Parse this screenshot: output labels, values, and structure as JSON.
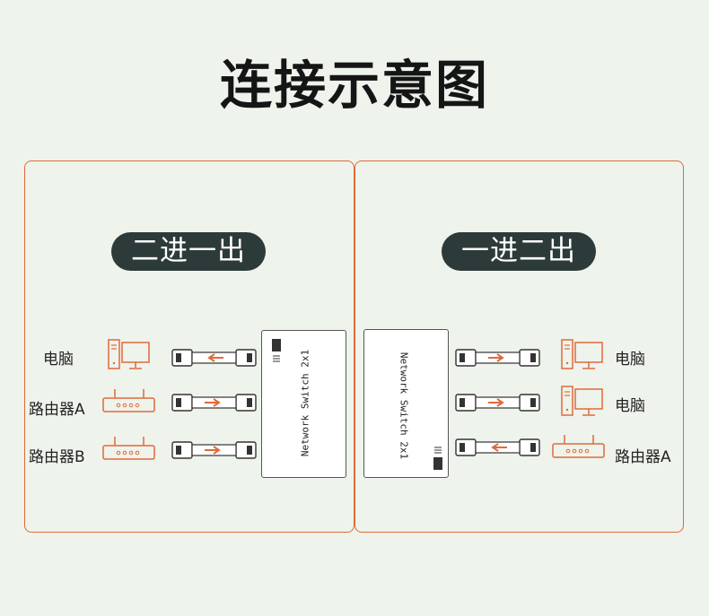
{
  "title": "连接示意图",
  "accent_color": "#e06a3a",
  "pill_color": "#2d3a3a",
  "panels": {
    "left": {
      "heading": "二进一出",
      "device_labels": [
        "电脑",
        "路由器A",
        "路由器B"
      ],
      "device_icons": [
        "computer-icon",
        "router-icon",
        "router-icon"
      ],
      "switch_label": "Network Switch 2x1"
    },
    "right": {
      "heading": "一进二出",
      "device_labels": [
        "电脑",
        "电脑",
        "路由器A"
      ],
      "device_icons": [
        "computer-icon",
        "computer-icon",
        "router-icon"
      ],
      "switch_label": "Network Switch 2x1"
    }
  }
}
